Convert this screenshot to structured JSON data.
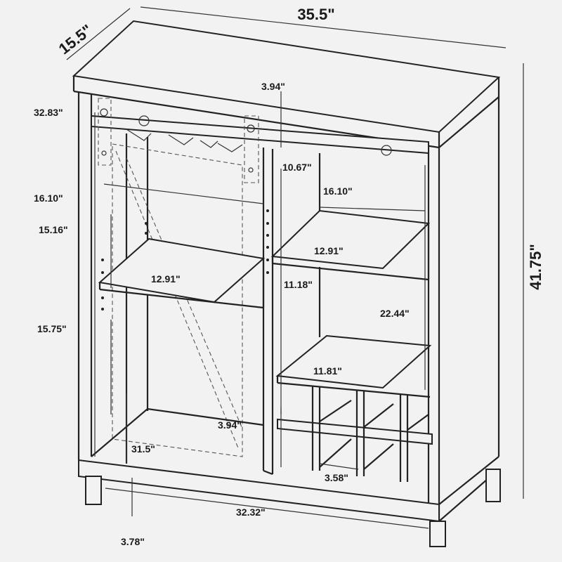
{
  "dimensions": {
    "depth": "15.5\"",
    "width": "35.5\"",
    "height": "41.75\"",
    "top_gap": "3.94\"",
    "rack_height": "32.83\"",
    "upper_gap": "10.67\"",
    "left_inner_width": "16.10\"",
    "right_inner_width": "16.10\"",
    "left_shelf_height": "15.16\"",
    "left_shelf_depth": "12.91\"",
    "right_shelf_depth": "12.91\"",
    "right_shelf_spacing": "11.18\"",
    "right_section_height": "22.44\"",
    "left_lower_height": "15.75\"",
    "lower_shelf_depth": "11.81\"",
    "bottom_gap": "3.94\"",
    "inner_height": "31.5\"",
    "cubby_width": "3.58\"",
    "leg_span": "32.32\"",
    "leg_height": "3.78\""
  }
}
